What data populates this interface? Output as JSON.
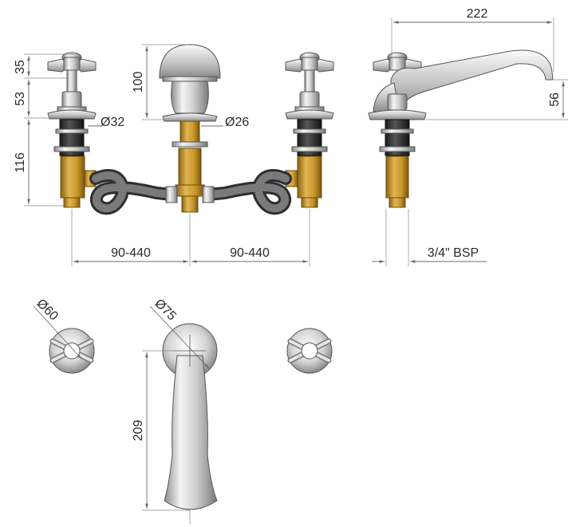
{
  "dimensions": {
    "handle_height": "35",
    "body_height": "53",
    "shank_length": "116",
    "shank_dia_left": "Ø32",
    "spout_height": "100",
    "shank_dia_spout": "Ø26",
    "spread_left": "90-440",
    "spread_right": "90-440",
    "spout_reach": "222",
    "spout_outlet_height": "56",
    "thread": "3/4\" BSP",
    "handle_dia": "Ø60",
    "spout_base_dia": "Ø75",
    "spout_plan_length": "209"
  },
  "colors": {
    "chrome_light": "#f2f2f2",
    "chrome_mid": "#c9c9c9",
    "chrome_dark": "#7d7d7d",
    "brass": "#c9962a",
    "brass_dark": "#8a6414",
    "rubber": "#2b2b2b",
    "hose": "#6e6e6e",
    "dim_line": "#6b6b6b"
  }
}
